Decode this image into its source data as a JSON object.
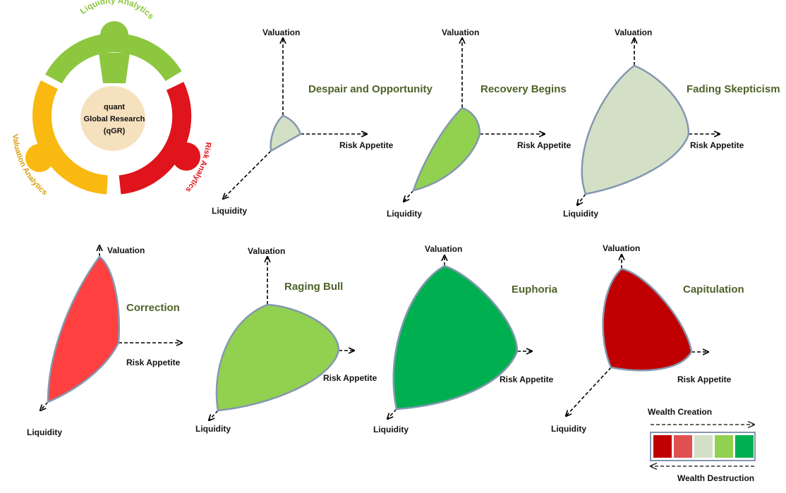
{
  "logo": {
    "center_lines": [
      "quant",
      "Global Research",
      "(qGR)"
    ],
    "arc_top": "Liquidity Analytics",
    "arc_left": "Valuation Analytics",
    "arc_right": "Risk Analytics",
    "colors": {
      "green": "#8dc63f",
      "yellow": "#f9b911",
      "red": "#e0141c",
      "hub": "#f5dcb4"
    }
  },
  "axis_labels": {
    "valuation": "Valuation",
    "risk": "Risk Appetite",
    "liquidity": "Liquidity"
  },
  "phases": [
    {
      "title": "Despair and Opportunity",
      "fill": "#d3e0c6"
    },
    {
      "title": "Recovery Begins",
      "fill": "#92d050"
    },
    {
      "title": "Fading Skepticism",
      "fill": "#d3e0c6"
    },
    {
      "title": "Correction",
      "fill": "#ff4040"
    },
    {
      "title": "Raging Bull",
      "fill": "#92d050"
    },
    {
      "title": "Euphoria",
      "fill": "#00b050"
    },
    {
      "title": "Capitulation",
      "fill": "#c00000"
    }
  ],
  "title_color": "#4f6228",
  "outline_color": "#8497b0",
  "legend": {
    "creation_label": "Wealth Creation",
    "destruction_label": "Wealth Destruction",
    "swatches": [
      "#c00000",
      "#e05050",
      "#d3e0c6",
      "#92d050",
      "#00b050"
    ]
  }
}
